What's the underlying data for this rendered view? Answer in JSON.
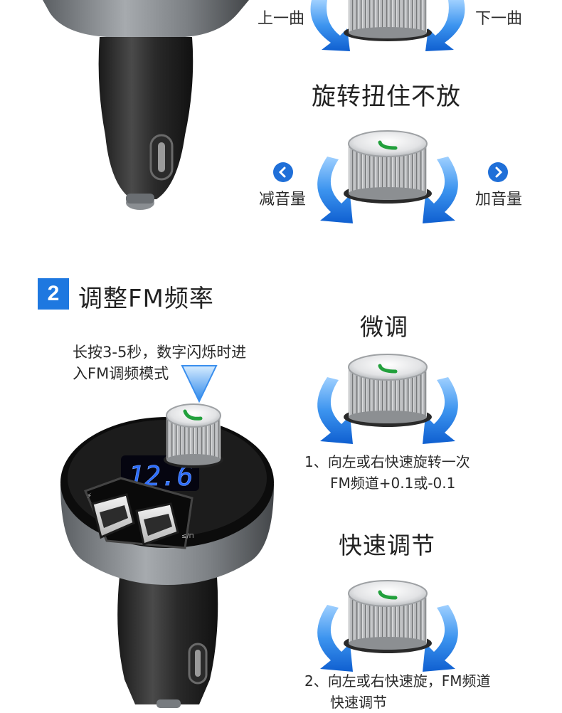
{
  "section1": {
    "prev_track_label": "上一曲",
    "next_track_label": "下一曲",
    "hold_heading": "旋转扭住不放",
    "vol_down_label": "减音量",
    "vol_up_label": "加音量"
  },
  "section2": {
    "number": "2",
    "title": "调整FM频率",
    "instruction_line1": "长按3-5秒，数字闪烁时进",
    "instruction_line2": "入FM调频模式",
    "display_value": "12.6",
    "fine_heading": "微调",
    "fine_note_line1": "1、向左或右快速旋转一次",
    "fine_note_line2": "FM频道+0.1或-0.1",
    "fast_heading": "快速调节",
    "fast_note_line1": "2、向左或右快速旋，FM频道",
    "fast_note_line2": "快速调节"
  },
  "colors": {
    "accent_blue": "#1e78e0",
    "knob_green": "#22a03c",
    "display_blue": "#2a6cff"
  },
  "icons": [
    "chevron-left-icon",
    "chevron-right-icon",
    "rotate-arrow-icon",
    "knob-icon",
    "phone-icon",
    "usb-port-icon",
    "down-arrow-icon"
  ]
}
